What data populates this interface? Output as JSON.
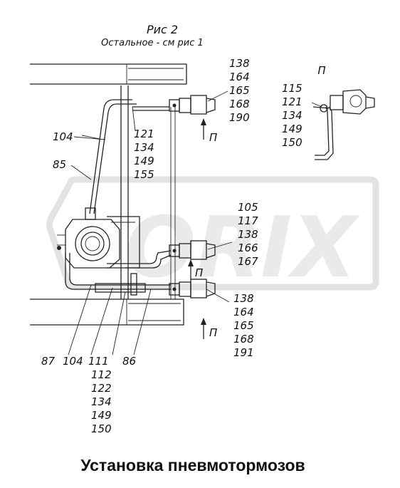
{
  "header": {
    "figure": "Рис 2",
    "note": "Остальное - см рис 1"
  },
  "view_label": "П",
  "callouts": {
    "top_right": [
      "138",
      "164",
      "165",
      "168",
      "190"
    ],
    "top_left": [
      "121",
      "134",
      "149",
      "155"
    ],
    "inset": [
      "115",
      "121",
      "134",
      "149",
      "150"
    ],
    "middle_right": [
      "105",
      "117",
      "138",
      "166",
      "167"
    ],
    "bottom_right": [
      "138",
      "164",
      "165",
      "168",
      "191"
    ],
    "left_104": "104",
    "left_85": "85",
    "bottom_87": "87",
    "bottom_104": "104",
    "bottom_stack": [
      "111",
      "112",
      "122",
      "134",
      "149",
      "150"
    ],
    "bottom_86": "86"
  },
  "arrows": {
    "upper": "П",
    "middle": "П",
    "lower": "П"
  },
  "watermark": "ORIX",
  "caption": "Установка пневмотормозов"
}
